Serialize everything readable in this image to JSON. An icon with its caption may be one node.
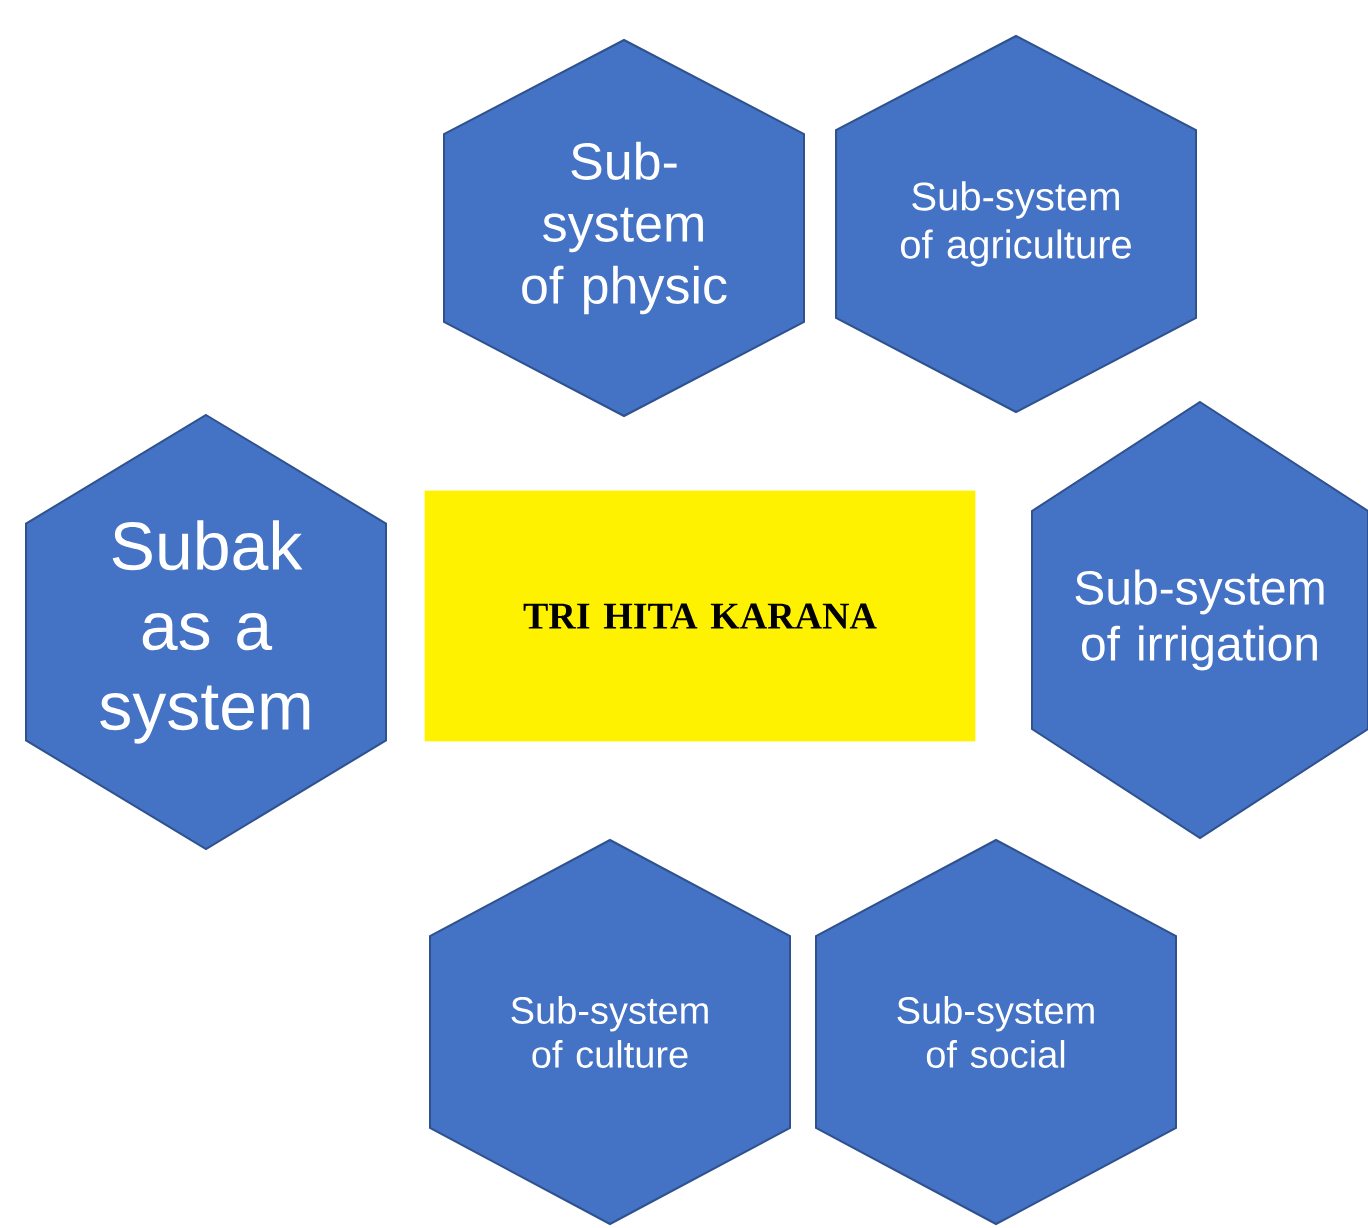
{
  "diagram": {
    "nodes": [
      {
        "text": [
          "Sub-system of physic"
        ]
      },
      {
        "text": [
          "Sub-system of agriculture"
        ]
      },
      {
        "text": [
          "Subak as a system"
        ]
      },
      {
        "text": [
          "TRI HITA KARANA"
        ]
      },
      {
        "text": [
          "Sub-system of irrigation"
        ]
      },
      {
        "text": [
          "Sub-system of culture"
        ]
      },
      {
        "text": [
          "Sub-system of social"
        ]
      }
    ]
  }
}
